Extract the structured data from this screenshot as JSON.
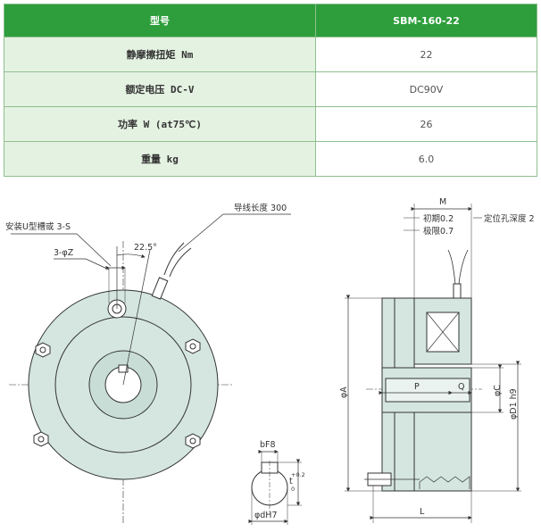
{
  "table": {
    "header": {
      "label": "型号",
      "model": "SBM-160-22"
    },
    "rows": [
      {
        "label": "静摩擦扭矩 Nm",
        "value": "22"
      },
      {
        "label": "额定电压 DC-V",
        "value": "DC90V"
      },
      {
        "label": "功率 W (at75℃)",
        "value": "26"
      },
      {
        "label": "重量 kg",
        "value": "6.0"
      }
    ]
  },
  "drawing": {
    "front": {
      "u_slot_note": "安装U型槽或 3-S",
      "hole_note": "3-φZ",
      "angle": "22.5°",
      "lead_length": "导线长度 300"
    },
    "keyway": {
      "width": "bF8",
      "depth": "t",
      "depth_tol": "+0.2",
      "depth_tol_low": "0",
      "bore": "φdH7"
    },
    "side": {
      "m": "M",
      "initial": "初期0.2",
      "limit": "极限0.7",
      "locating_depth": "定位孔深度 2",
      "a": "φA",
      "p": "P",
      "q": "Q",
      "c": "φC",
      "d1": "φD1 h9",
      "l": "L"
    }
  },
  "colors": {
    "header_green": "#2e9e3c",
    "key_bg": "#e4f2e2",
    "part_fill": "#d4e6df",
    "line": "#333333"
  }
}
